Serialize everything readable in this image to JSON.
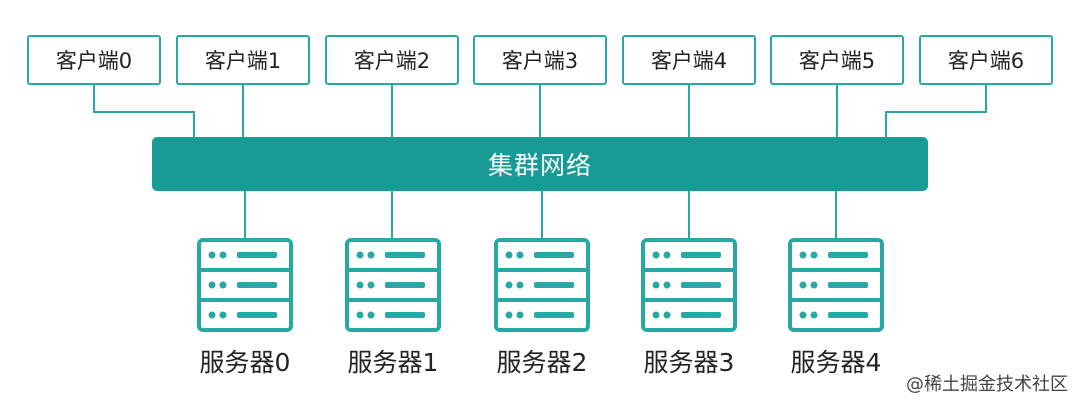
{
  "clients": [
    "客户端0",
    "客户端1",
    "客户端2",
    "客户端3",
    "客户端4",
    "客户端5",
    "客户端6"
  ],
  "network": {
    "label": "集群网络"
  },
  "servers": [
    "服务器0",
    "服务器1",
    "服务器2",
    "服务器3",
    "服务器4"
  ],
  "watermark": "@稀土掘金技术社区",
  "colors": {
    "accent": "#189a95",
    "border": "#28a8a4",
    "text": "#222222"
  },
  "icons": {
    "server": "server-rack-icon"
  }
}
